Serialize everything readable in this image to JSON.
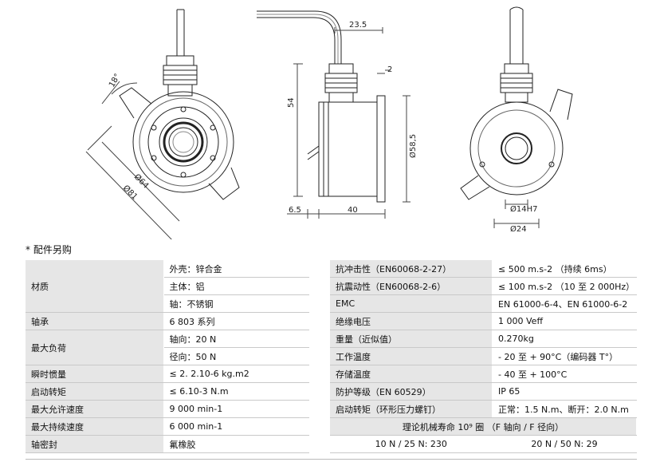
{
  "drawing": {
    "dims": {
      "angle": "18°",
      "d64": "Ø64",
      "d81": "Ø81",
      "w23_5": "23.5",
      "h2": "2",
      "h54": "54",
      "d58_5": "Ø58,5",
      "w6_5": "6.5",
      "w40": "40",
      "d14": "Ø14H7",
      "d24": "Ø24"
    }
  },
  "note": "* 配件另购",
  "left_table": [
    {
      "label": "材质",
      "rowspan": 3,
      "values": [
        "外壳：锌合金",
        "主体：铝",
        "轴：不锈钢"
      ]
    },
    {
      "label": "轴承",
      "rowspan": 1,
      "values": [
        "6 803 系列"
      ]
    },
    {
      "label": "最大负荷",
      "rowspan": 2,
      "values": [
        "轴向：20 N",
        "径向：50 N"
      ]
    },
    {
      "label": "瞬时惯量",
      "rowspan": 1,
      "values": [
        "≤ 2. 2.10-6 kg.m2"
      ]
    },
    {
      "label": "启动转矩",
      "rowspan": 1,
      "values": [
        "≤ 6.10-3 N.m"
      ]
    },
    {
      "label": "最大允许速度",
      "rowspan": 1,
      "values": [
        "9 000 min-1"
      ]
    },
    {
      "label": "最大持续速度",
      "rowspan": 1,
      "values": [
        "6 000 min-1"
      ]
    },
    {
      "label": "轴密封",
      "rowspan": 1,
      "values": [
        "氟橡胶"
      ]
    }
  ],
  "right_table": [
    {
      "label": "抗冲击性（EN60068-2-27）",
      "value": "≤ 500 m.s-2 （持续 6ms）"
    },
    {
      "label": "抗震动性（EN60068-2-6）",
      "value": "≤ 100 m.s-2 （10 至 2 000Hz）"
    },
    {
      "label": "EMC",
      "value": "EN 61000-6-4、EN 61000-6-2"
    },
    {
      "label": "绝缘电压",
      "value": "1 000 Veff"
    },
    {
      "label": "重量（近似值）",
      "value": "0.270kg"
    },
    {
      "label": "工作温度",
      "value": "- 20 至 + 90°C（编码器 T°）"
    },
    {
      "label": "存储温度",
      "value": "- 40 至 + 100°C"
    },
    {
      "label": "防护等级（EN 60529）",
      "value": "IP 65"
    },
    {
      "label": "启动转矩（环形压力螺钉）",
      "value": "正常：1.5 N.m、断开：2.0 N.m"
    }
  ],
  "lifetime": {
    "header": "理论机械寿命 10⁹ 圈 （F 轴向 / F 径向）",
    "values": [
      "10 N / 25 N: 230",
      "20 N / 50 N: 29"
    ]
  }
}
